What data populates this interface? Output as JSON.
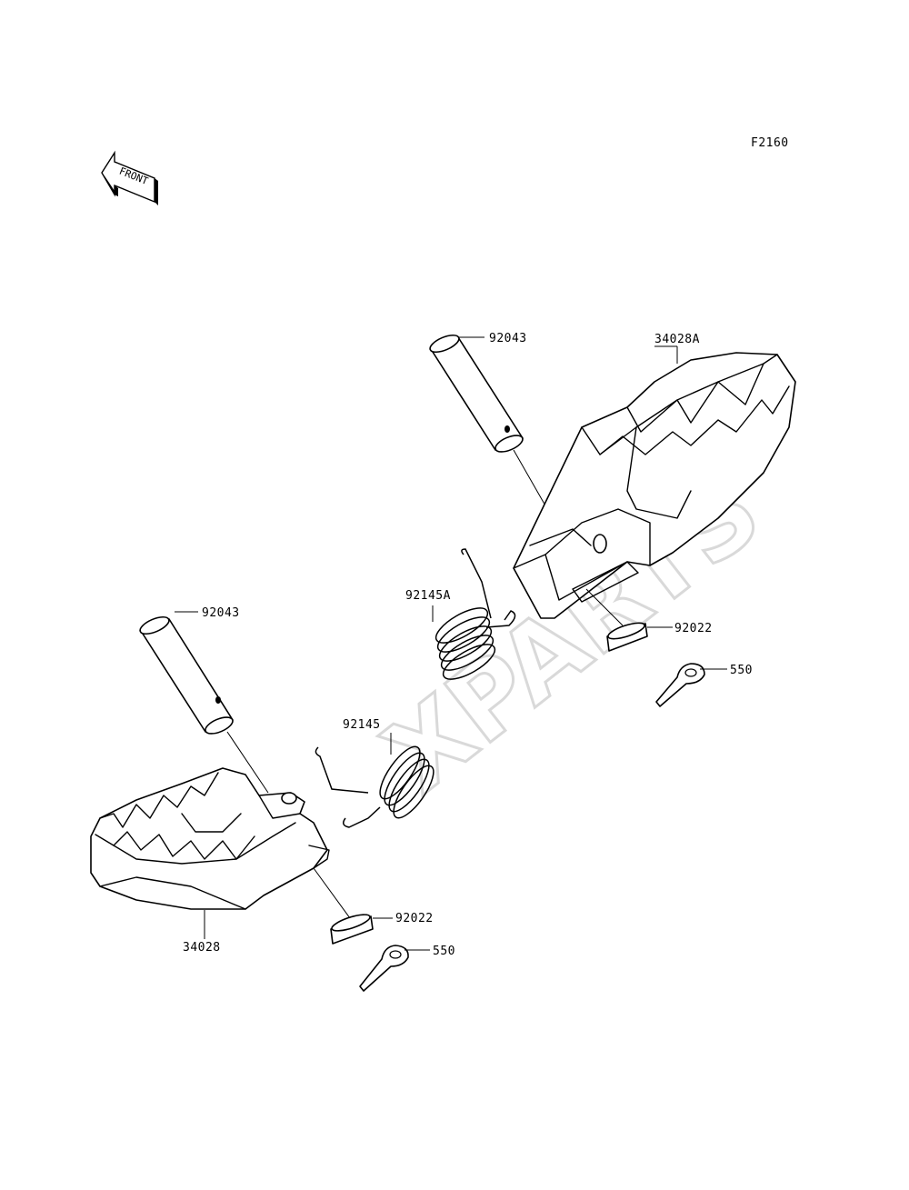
{
  "figure_code": "F2160",
  "front_indicator": {
    "text": "FRONT",
    "icon": "front-arrow-icon"
  },
  "watermark": "XPARTS",
  "callouts": {
    "pin_upper": "92043",
    "footpeg_upper": "34028A",
    "spring_upper": "92145A",
    "washer_upper": "92022",
    "cotter_upper": "550",
    "pin_lower": "92043",
    "spring_lower": "92145",
    "washer_lower": "92022",
    "cotter_lower": "550",
    "footpeg_lower": "34028"
  }
}
